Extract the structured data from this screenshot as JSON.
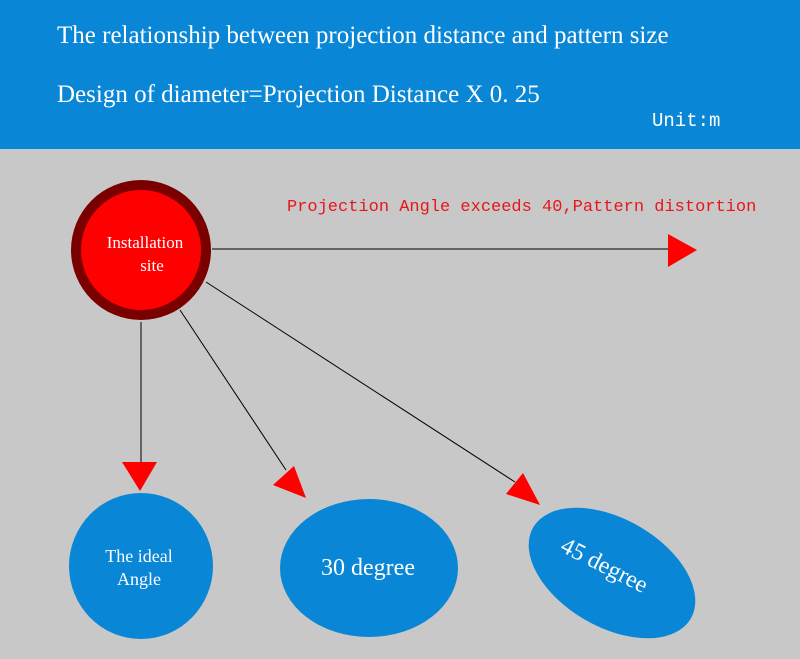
{
  "header": {
    "title": "The relationship between projection distance and pattern size",
    "formula": "Design of diameter=Projection Distance X 0. 25",
    "unit": "Unit:m",
    "background_color": "#0a86d6"
  },
  "diagram": {
    "warning_text": "Projection Angle exceeds 40,Pattern distortion",
    "warning_color": "#e8161b",
    "source": {
      "line1": "Installation",
      "line2": "site",
      "fill_color": "#ff0000",
      "ring_color": "#7a0000"
    },
    "targets": [
      {
        "line1": "The ideal",
        "line2": "Angle"
      },
      {
        "label": "30 degree"
      },
      {
        "label": "45 degree"
      }
    ],
    "target_color": "#0a86d6",
    "arrow_color": "#ff0000"
  }
}
